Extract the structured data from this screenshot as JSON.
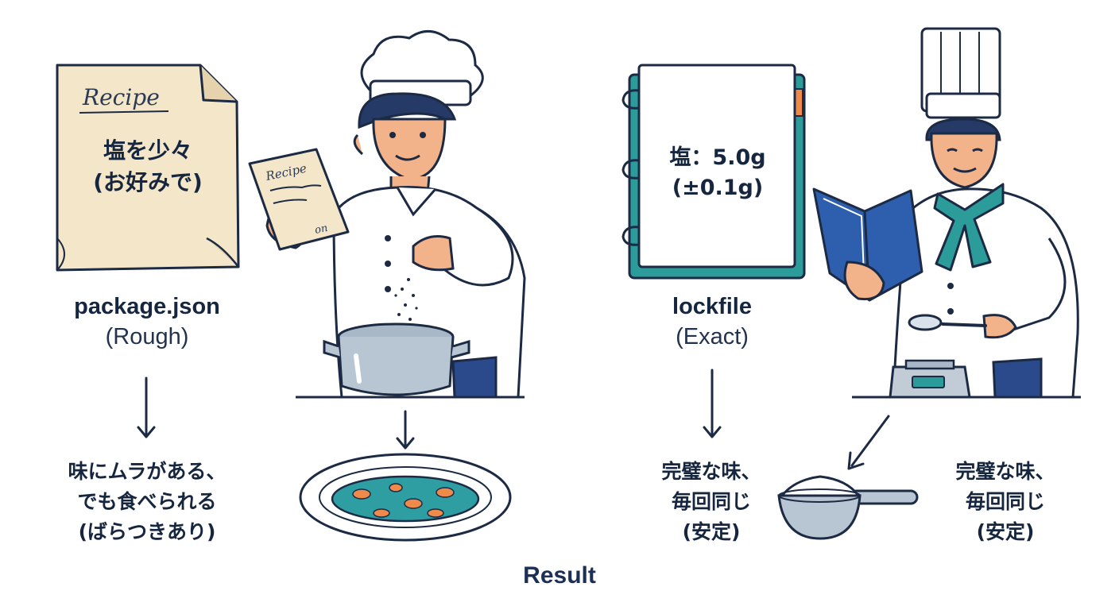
{
  "left": {
    "paper": {
      "script_label": "Recipe",
      "line1": "塩を少々",
      "line2": "(お好みで)"
    },
    "chef_note": {
      "script_label": "Recipe",
      "scribble": "on"
    },
    "file": {
      "title": "package.json",
      "subtitle": "(Rough)"
    },
    "outcome": {
      "line1": "味にムラがある、",
      "line2": "でも食べられる",
      "line3": "(ばらつきあり)"
    }
  },
  "right": {
    "notebook": {
      "line1": "塩：5.0g",
      "line2": "(±0.1g)"
    },
    "file": {
      "title": "lockfile",
      "subtitle": "(Exact)"
    },
    "outcome_left": {
      "line1": "完璧な味、",
      "line2": "毎回同じ",
      "line3": "(安定)"
    },
    "outcome_right": {
      "line1": "完璧な味、",
      "line2": "毎回同じ",
      "line3": "(安定)"
    }
  },
  "footer": {
    "result_label": "Result"
  },
  "colors": {
    "ink": "#1c2a44",
    "paper": "#f3e6c9",
    "skin": "#f2b28a",
    "navy": "#2b4a8c",
    "teal": "#2b9c9a",
    "soup": "#2e9ea3",
    "notebook_blue": "#2d5fae"
  }
}
